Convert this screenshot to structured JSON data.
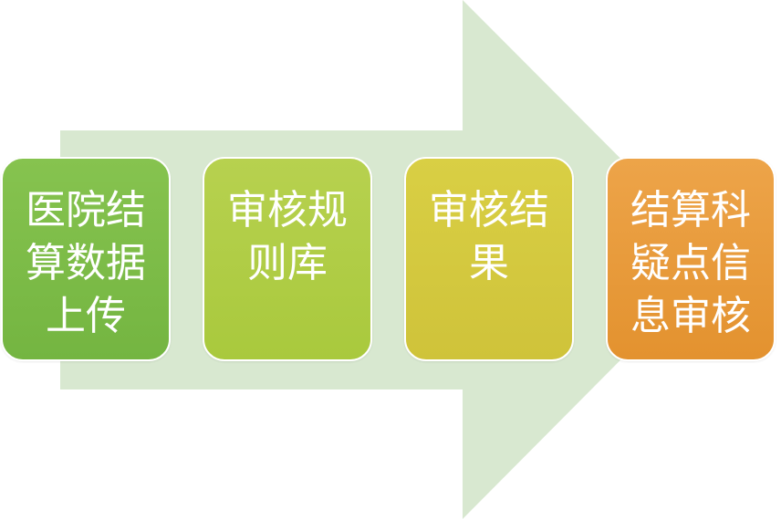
{
  "colors": {
    "arrow": "#d8e8d0",
    "step1": "#7dbd47",
    "step2": "#aecb45",
    "step3": "#d4c83e",
    "step4": "#e89a3a",
    "text": "#ffffff"
  },
  "steps": [
    {
      "label": "医院结算数据上传"
    },
    {
      "label": "审核规则库"
    },
    {
      "label": "审核结果"
    },
    {
      "label": "结算科疑点信息审核"
    }
  ]
}
